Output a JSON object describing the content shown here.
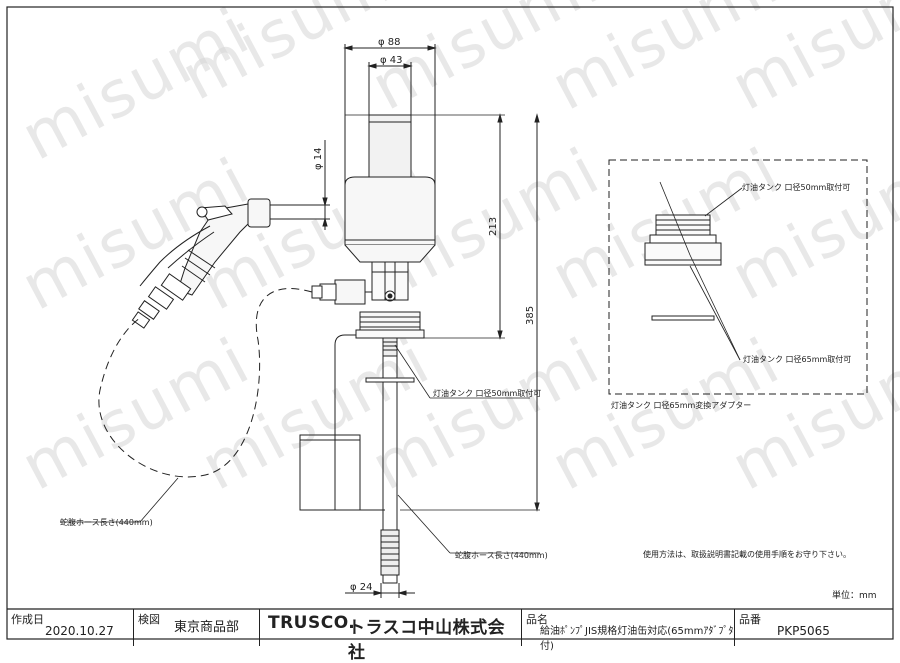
{
  "dimensions": {
    "dia88": "φ 88",
    "dia43": "φ 43",
    "dia14": "φ 14",
    "h213": "213",
    "h385": "385",
    "dia24": "φ 24"
  },
  "callouts": {
    "tank50_top": "灯油タンク 口径50mm取付可",
    "tank65": "灯油タンク 口径65mm取付可",
    "adapter": "灯油タンク 口径65mm変換アダプター",
    "tank50_main": "灯油タンク 口径50mm取付可",
    "hose_left": "蛇腹ホース長さ(440mm)",
    "hose_right": "蛇腹ホース長さ(440mm)"
  },
  "notes": {
    "usage": "使用方法は、取扱説明書記載の使用手順をお守り下さい。",
    "unit": "単位：mm"
  },
  "watermark": "misumi",
  "title_block": {
    "created_label": "作成日",
    "created_value": "2020.10.27",
    "inspect_label": "検図",
    "inspect_value": "東京商品部",
    "company_brand": "TRUSCO.",
    "company_name": "トラスコ中山株式会社",
    "product_label": "品名",
    "product_value": "給油ﾎﾟﾝﾌﾟJIS規格灯油缶対応(65mmｱﾀﾞﾌﾟﾀ付)",
    "part_label": "品番",
    "part_value": "PKP5065"
  },
  "colors": {
    "line": "#222222",
    "watermark": "#d6d6d6",
    "fill_light": "#f2f2f2"
  }
}
